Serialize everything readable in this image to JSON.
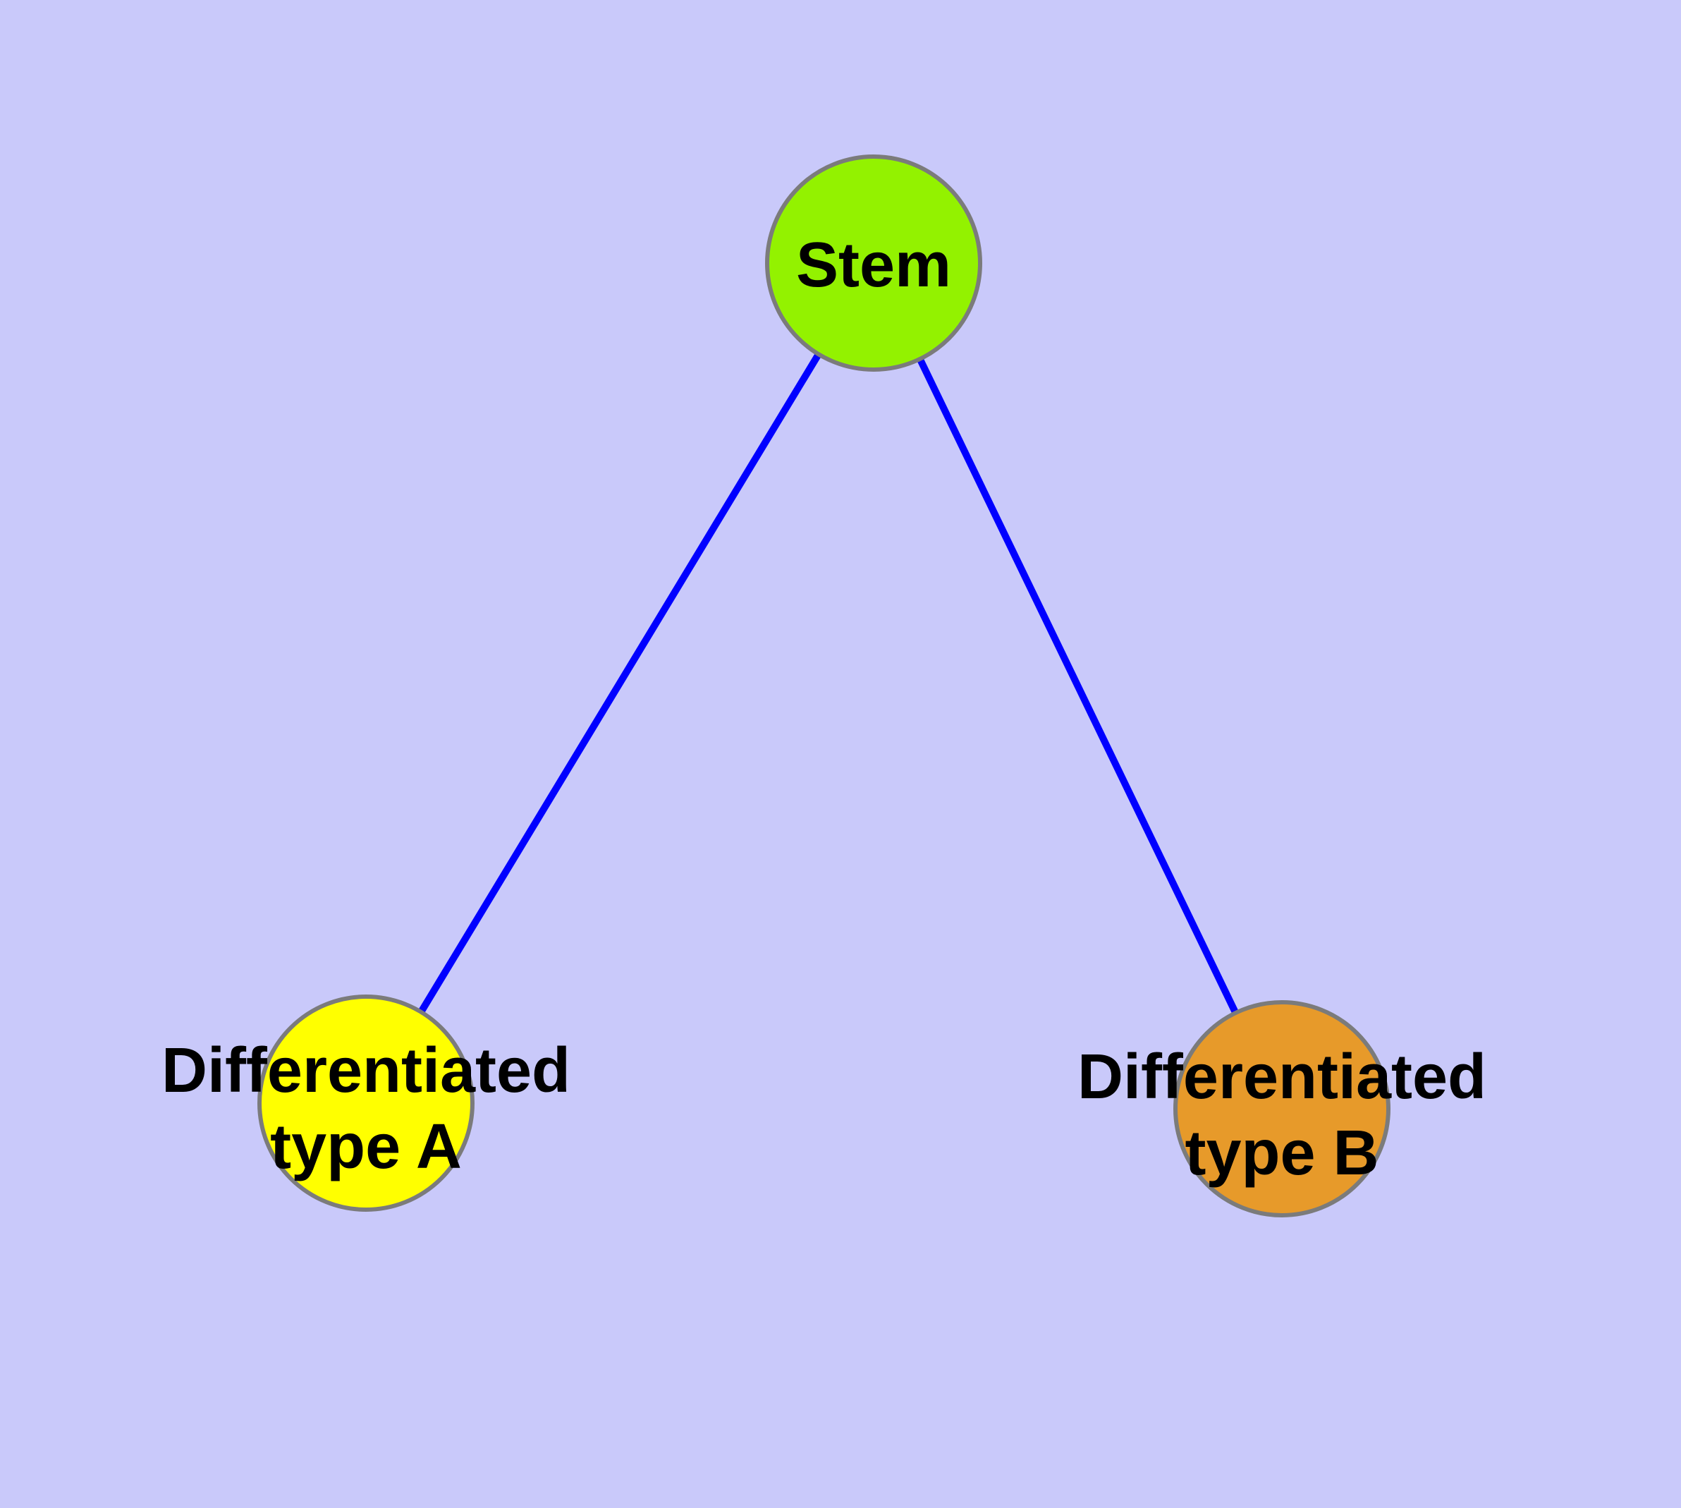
{
  "diagram": {
    "type": "node-link-graph",
    "colors": {
      "background": "#c9c9fa",
      "edge": "#0000ff",
      "node_border": "#7b7b7b",
      "label": "#000000",
      "stem_fill": "#93f200",
      "type_a_fill": "#ffff00",
      "type_b_fill": "#e79a2a"
    },
    "nodes": {
      "stem": {
        "label": "Stem",
        "label_lines": [
          "Stem"
        ],
        "fill": "#93f200"
      },
      "type_a": {
        "label": "Differentiated type A",
        "label_lines": [
          "Differentiated",
          "type A"
        ],
        "fill": "#ffff00"
      },
      "type_b": {
        "label": "Differentiated type B",
        "label_lines": [
          "Differentiated",
          "type B"
        ],
        "fill": "#e79a2a"
      }
    },
    "edges": [
      {
        "from": "stem",
        "to": "type_a"
      },
      {
        "from": "stem",
        "to": "type_b"
      }
    ]
  }
}
